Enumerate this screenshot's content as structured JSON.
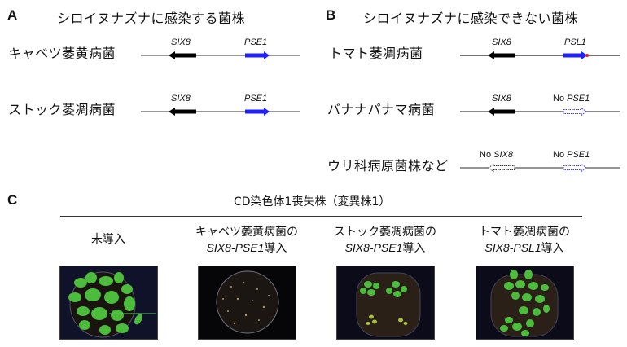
{
  "panel_a": {
    "letter": "A",
    "title": "シロイヌナズナに感染する菌株",
    "rows": [
      {
        "strain": "キャベツ萎黄病菌",
        "gene1": {
          "prefix": "",
          "name": "SIX8",
          "present": true
        },
        "gene2": {
          "prefix": "",
          "name": "PSE1",
          "present": true
        }
      },
      {
        "strain": "ストック萎凋病菌",
        "gene1": {
          "prefix": "",
          "name": "SIX8",
          "present": true
        },
        "gene2": {
          "prefix": "",
          "name": "PSE1",
          "present": true
        }
      }
    ]
  },
  "panel_b": {
    "letter": "B",
    "title": "シロイヌナズナに感染できない菌株",
    "rows": [
      {
        "strain": "トマト萎凋病菌",
        "gene1": {
          "prefix": "",
          "name": "SIX8",
          "present": true
        },
        "gene2": {
          "prefix": "",
          "name": "PSL1",
          "present": true,
          "variant_tip": true
        }
      },
      {
        "strain": "バナナパナマ病菌",
        "gene1": {
          "prefix": "",
          "name": "SIX8",
          "present": true
        },
        "gene2": {
          "prefix": "No ",
          "name": "PSE1",
          "present": false
        }
      },
      {
        "strain": "ウリ科病原菌株など",
        "gene1": {
          "prefix": "No ",
          "name": "SIX8",
          "present": false
        },
        "gene2": {
          "prefix": "No ",
          "name": "PSE1",
          "present": false
        }
      }
    ]
  },
  "panel_c": {
    "letter": "C",
    "title": "CD染色体1喪失株（変異株1）",
    "columns": [
      {
        "line1": "未導入",
        "gene": "",
        "suffix": "",
        "photo": "healthy-large-plants"
      },
      {
        "line1": "キャベツ萎黄病菌の",
        "gene": "SIX8-PSE1",
        "suffix": "導入",
        "photo": "no-plants-soil-only"
      },
      {
        "line1": "ストック萎凋病菌の",
        "gene": "SIX8-PSE1",
        "suffix": "導入",
        "photo": "small-diseased-plants"
      },
      {
        "line1": "トマト萎凋病菌の",
        "gene": "SIX8-PSL1",
        "suffix": "導入",
        "photo": "healthy-plants"
      }
    ]
  },
  "colors": {
    "six8": "#000000",
    "pse1": "#1f1fff",
    "psl1_tip": "#e02020",
    "chromosome_line": "#777777",
    "photo_bg": "#0b0b1a",
    "leaf": "#4cbc3c",
    "soil": "#2a2018"
  }
}
